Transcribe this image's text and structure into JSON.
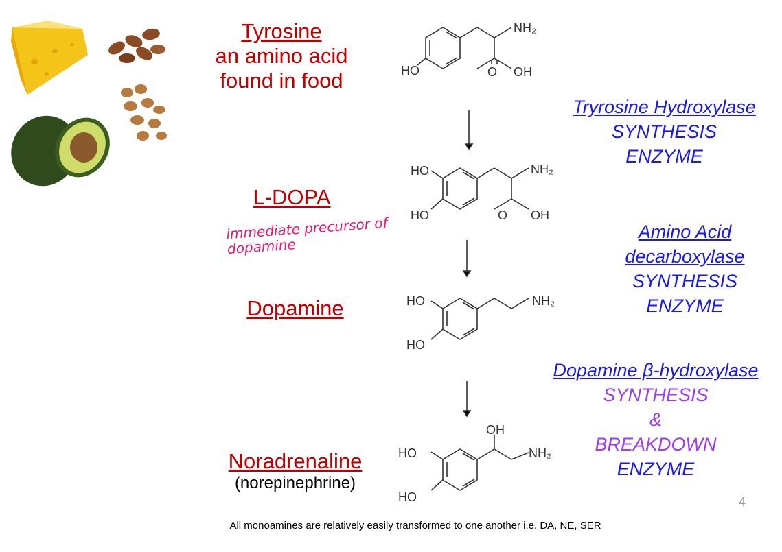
{
  "compounds": [
    {
      "name": "Tyrosine",
      "description_lines": [
        "an amino acid",
        "found in food"
      ]
    },
    {
      "name": "L-DOPA",
      "handwritten_note_lines": [
        "immediate precursor of",
        "dopamine"
      ]
    },
    {
      "name": "Dopamine"
    },
    {
      "name": "Noradrenaline",
      "alt_name": "(norepinephrine)"
    }
  ],
  "enzymes": [
    {
      "name_lines": [
        "Tryrosine Hydroxylase"
      ],
      "role_lines": [
        "SYNTHESIS",
        "ENZYME"
      ]
    },
    {
      "name_lines": [
        "Amino Acid",
        "decarboxylase"
      ],
      "role_lines": [
        "SYNTHESIS",
        "ENZYME"
      ]
    },
    {
      "name_lines": [
        "Dopamine β-hydroxylase"
      ],
      "role_lines": [
        "SYNTHESIS",
        "&",
        "BREAKDOWN",
        "ENZYME"
      ]
    }
  ],
  "structure_labels": {
    "ho": "HO",
    "oh": "OH",
    "o": "O",
    "nh2": "NH₂"
  },
  "food_images": [
    "cheese",
    "almonds",
    "avocado",
    "peanuts"
  ],
  "slide_number": "4",
  "footer": "All monoamines are relatively easily transformed to one another i.e. DA, NE, SER",
  "colors": {
    "compound": "#c00000",
    "enzyme": "#1a1ae6",
    "breakdown": "#9b3df0",
    "note": "#e8196e"
  }
}
